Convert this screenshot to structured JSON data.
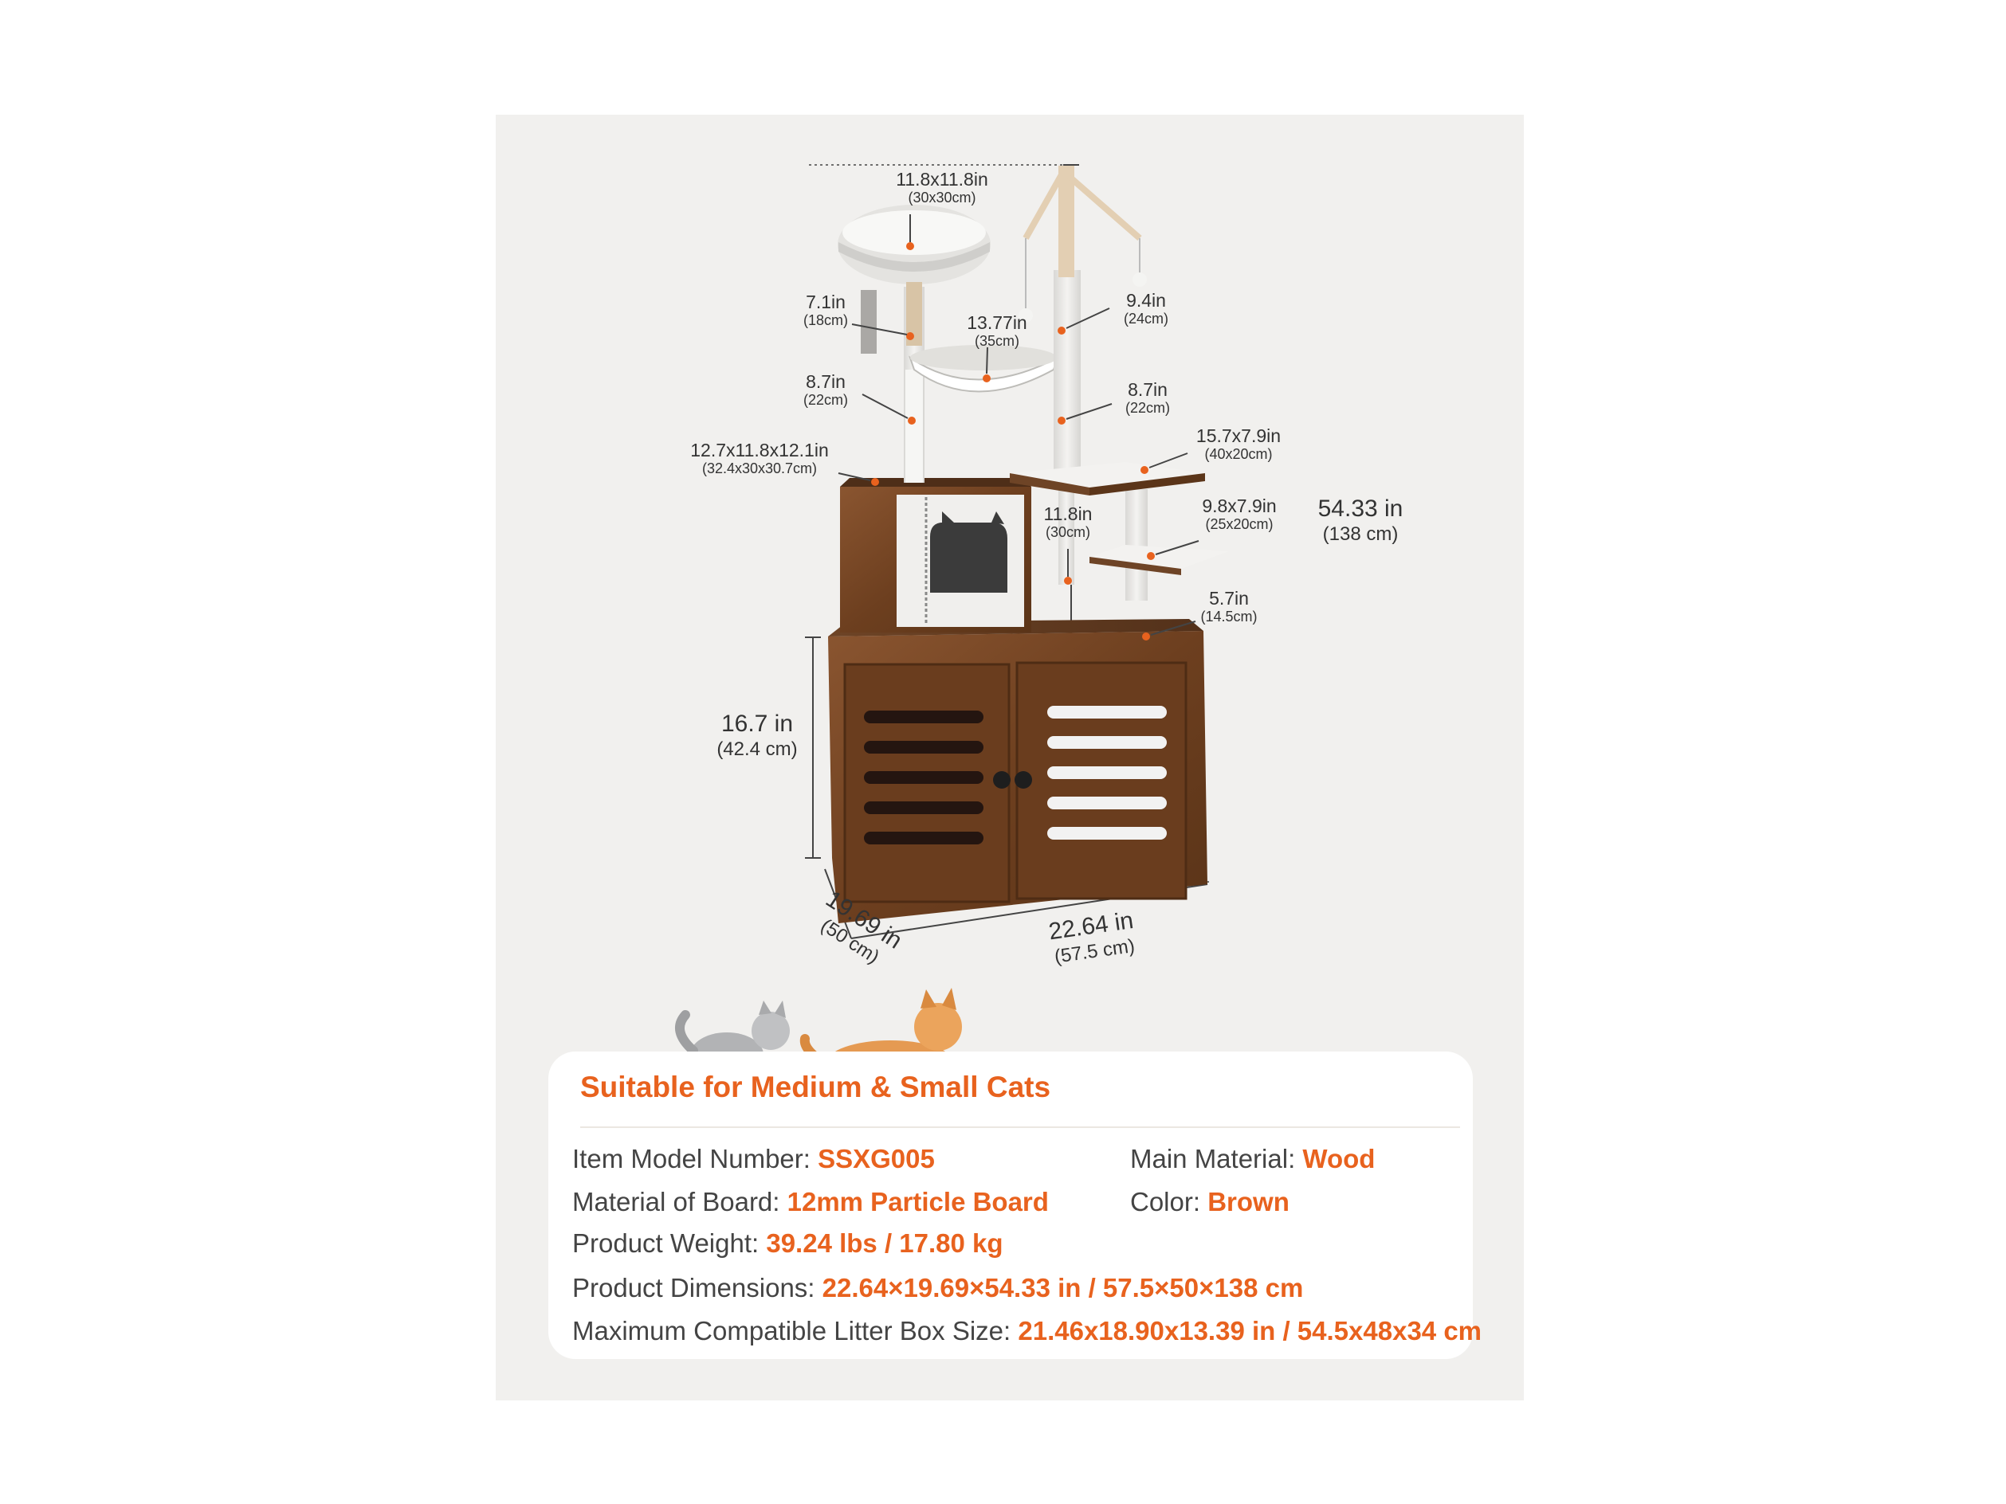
{
  "labels": {
    "top_perch": {
      "main": "11.8x11.8in",
      "sub": "(30x30cm)"
    },
    "post_left_upper": {
      "main": "7.1in",
      "sub": "(18cm)"
    },
    "hammock": {
      "main": "13.77in",
      "sub": "(35cm)"
    },
    "post_right_upper": {
      "main": "9.4in",
      "sub": "(24cm)"
    },
    "post_left_lower": {
      "main": "8.7in",
      "sub": "(22cm)"
    },
    "post_right_mid": {
      "main": "8.7in",
      "sub": "(22cm)"
    },
    "condo": {
      "main": "12.7x11.8x12.1in",
      "sub": "(32.4x30x30.7cm)"
    },
    "platform_upper": {
      "main": "15.7x7.9in",
      "sub": "(40x20cm)"
    },
    "post_center": {
      "main": "11.8in",
      "sub": "(30cm)"
    },
    "platform_lower": {
      "main": "9.8x7.9in",
      "sub": "(25x20cm)"
    },
    "post_short": {
      "main": "5.7in",
      "sub": "(14.5cm)"
    },
    "total_height": {
      "main": "54.33 in",
      "sub": "(138 cm)"
    },
    "cabinet_height": {
      "main": "16.7 in",
      "sub": "(42.4 cm)"
    },
    "depth": {
      "main": "19.69 in",
      "sub": "(50 cm)"
    },
    "width": {
      "main": "22.64 in",
      "sub": "(57.5 cm)"
    }
  },
  "card": {
    "title": "Suitable for Medium & Small Cats",
    "specs": {
      "model": {
        "label": "Item Model Number: ",
        "value": "SSXG005"
      },
      "material": {
        "label": "Main Material: ",
        "value": "Wood"
      },
      "board": {
        "label": "Material of Board: ",
        "value": "12mm Particle Board"
      },
      "color": {
        "label": "Color: ",
        "value": "Brown"
      },
      "weight": {
        "label": "Product Weight: ",
        "value": "39.24 lbs / 17.80 kg"
      },
      "dimensions": {
        "label": "Product Dimensions: ",
        "value": "22.64×19.69×54.33 in / 57.5×50×138 cm"
      },
      "litter_box": {
        "label": "Maximum Compatible Litter Box Size: ",
        "value": "21.46x18.90x13.39 in / 54.5x48x34 cm"
      }
    }
  },
  "colors": {
    "accent": "#e8621e",
    "wood": "#7a4a26",
    "plush": "#ecebe8",
    "panel_bg": "#f1f0ee"
  }
}
